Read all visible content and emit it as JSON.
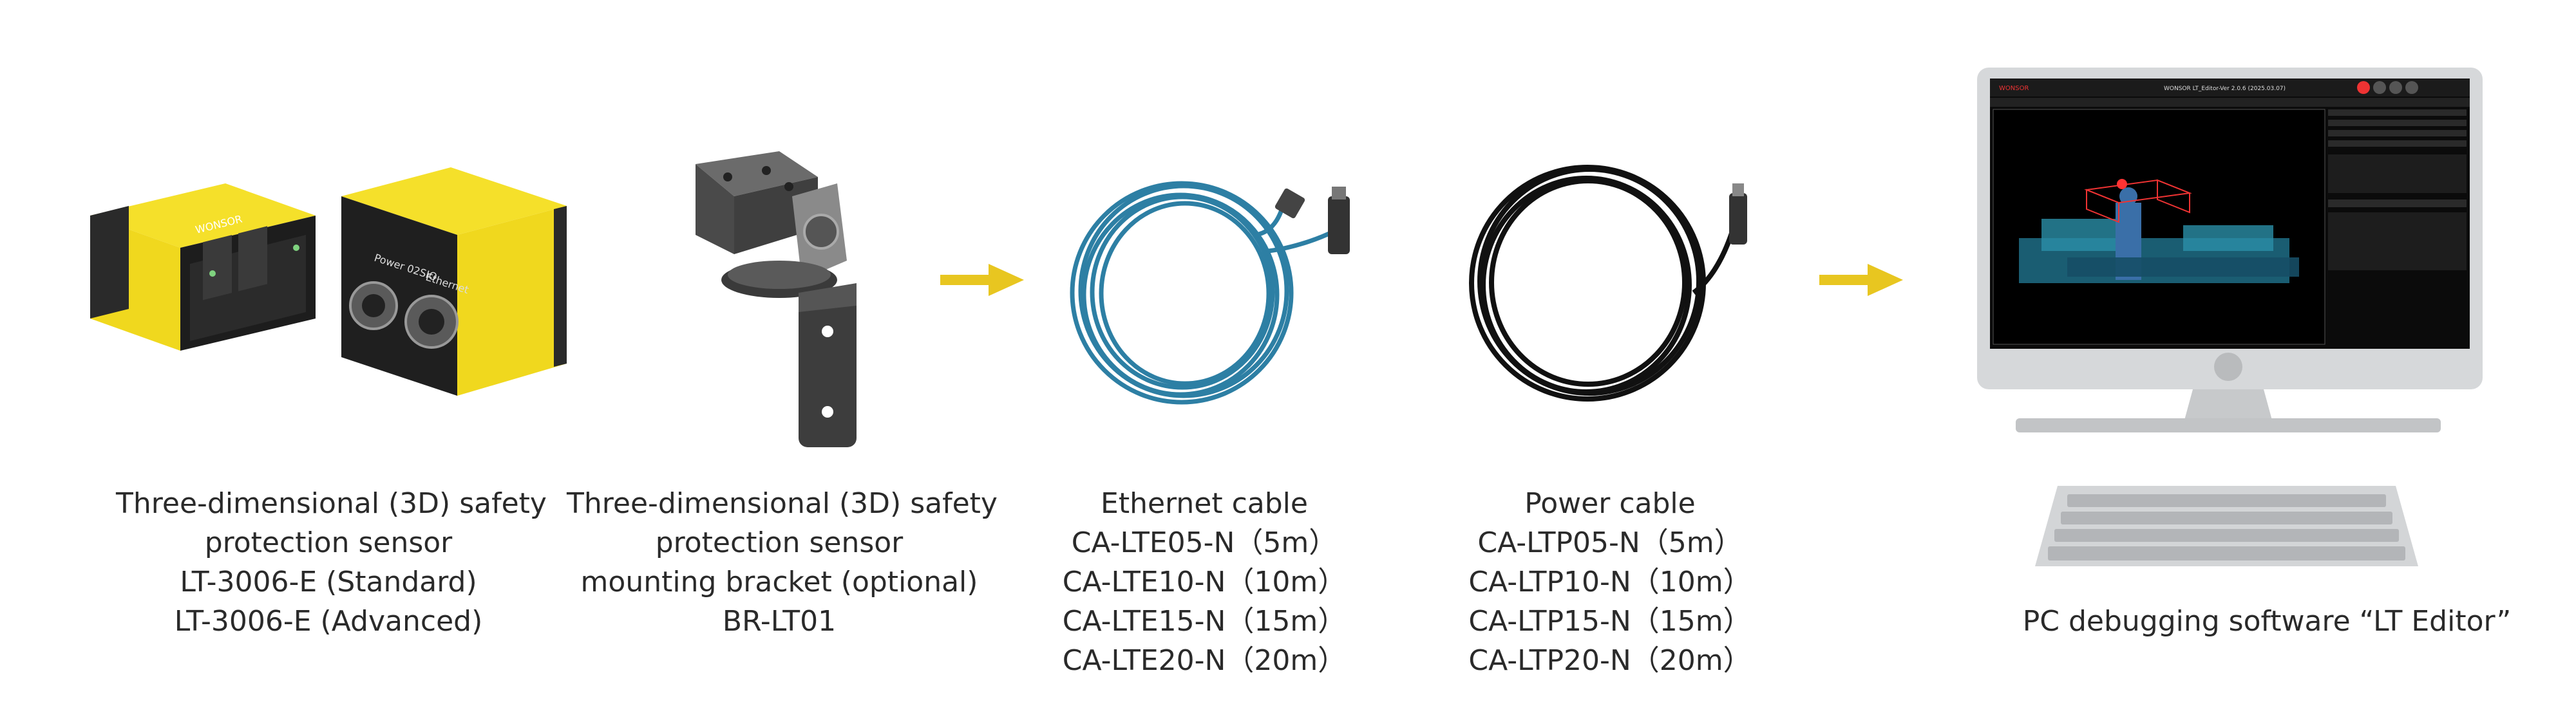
{
  "colors": {
    "accent_yellow": "#f5e02a",
    "arrow_yellow": "#e8c620",
    "cable_blue": "#2d7fa4",
    "cable_black": "#111111"
  },
  "items": [
    {
      "id": "sensor",
      "caption": [
        "Three-dimensional (3D) safety",
        "protection sensor",
        "LT-3006-E (Standard)",
        "LT-3006-E (Advanced)"
      ],
      "device_text": {
        "brand": "WONSOR",
        "power_label": "Power 02SIO",
        "ethernet_label": "Ethernet"
      }
    },
    {
      "id": "bracket",
      "caption": [
        "Three-dimensional (3D) safety",
        "protection sensor",
        "mounting bracket (optional)",
        "BR-LT01"
      ]
    },
    {
      "id": "ethernet-cable",
      "caption": [
        "Ethernet cable",
        "CA-LTE05-N（5m）",
        "CA-LTE10-N（10m）",
        "CA-LTE15-N（15m）",
        "CA-LTE20-N（20m）"
      ]
    },
    {
      "id": "power-cable",
      "caption": [
        "Power cable",
        "CA-LTP05-N（5m）",
        "CA-LTP10-N（10m）",
        "CA-LTP15-N（15m）",
        "CA-LTP20-N（20m）"
      ]
    },
    {
      "id": "pc-software",
      "caption": [
        "PC debugging software “LT Editor”"
      ],
      "screen": {
        "title": "WONSOR LT_Editor-Ver 2.0.6 (2025.03.07)",
        "brand": "WONSOR"
      }
    }
  ]
}
